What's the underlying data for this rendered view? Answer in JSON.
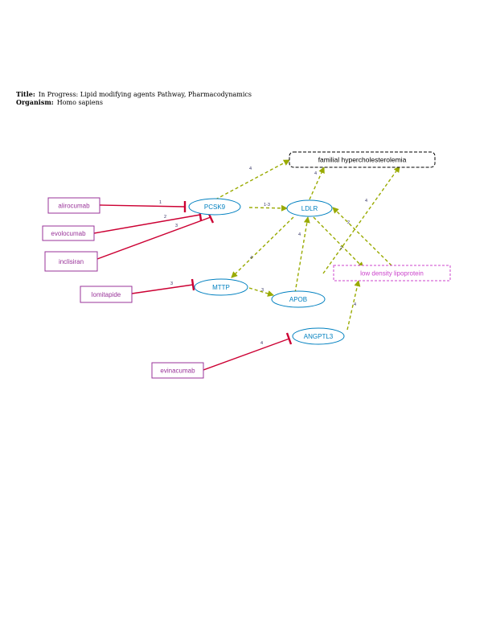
{
  "header": {
    "title_label": "Title:",
    "title": "In Progress: Lipid modifying agents Pathway, Pharmacodynamics",
    "organism_label": "Organism:",
    "organism": "Homo sapiens"
  },
  "colors": {
    "drug": "#993399",
    "gene": "#0080c0",
    "inhibit": "#cc0033",
    "activate": "#99aa00",
    "metabolite": "#cc44cc",
    "disease": "#000000"
  },
  "nodes": {
    "alirocumab": "alirocumab",
    "evolocumab": "evolocumab",
    "inclisiran": "inclisiran",
    "lomitapide": "lomitapide",
    "evinacumab": "evinacumab",
    "pcsk9": "PCSK9",
    "ldlr": "LDLR",
    "mttp": "MTTP",
    "apob": "APOB",
    "angptl3": "ANGPTL3",
    "ldl": "low density lipoprotein",
    "fh": "familial hypercholesterolemia"
  },
  "edge_labels": {
    "alirocumab_pcsk9": "1",
    "evolocumab_pcsk9": "2",
    "inclisiran_pcsk9": "3",
    "lomitapide_mttp": "3",
    "evinacumab_angptl3": "4",
    "pcsk9_ldlr": "1-3",
    "pcsk9_fh": "4",
    "ldlr_fh": "4",
    "apob_fh": "4",
    "ldlr_mttp": "4",
    "mttp_apob": "3",
    "apob_ldlr": "4",
    "ldlr_ldl": "2",
    "ldl_ldlr": "2",
    "angptl3_ldl": "4"
  }
}
